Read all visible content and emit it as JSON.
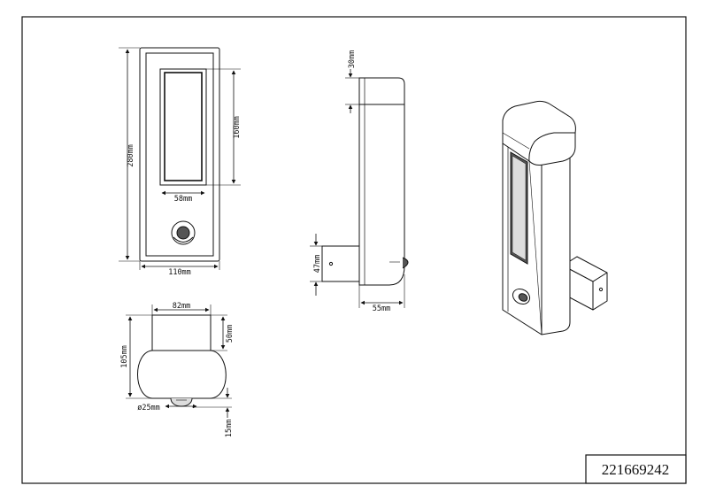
{
  "drawing": {
    "part_number": "221669242",
    "colors": {
      "line": "#111111",
      "paper": "#ffffff",
      "fill_dark": "#555555",
      "fill_light": "#dddddd"
    }
  },
  "front_view": {
    "height_label": "280mm",
    "window_height_label": "160mm",
    "window_width_label": "58mm",
    "width_label": "110mm"
  },
  "side_view": {
    "cap_height_label": "30mm",
    "bracket_height_label": "47mm",
    "depth_label": "55mm"
  },
  "top_view": {
    "neck_width_label": "82mm",
    "neck_height_label": "50mm",
    "total_depth_label": "105mm",
    "sensor_diameter_label": "ø25mm",
    "sensor_protrusion_label": "15mm"
  },
  "perspective_view": {
    "icon": "wall-lamp-perspective-icon"
  }
}
